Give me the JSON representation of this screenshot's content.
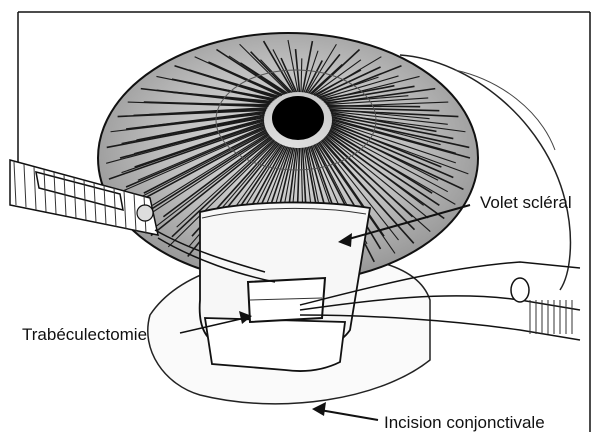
{
  "labels": {
    "scleral_flap": "Volet scléral",
    "trabeculectomy": "Trabéculectomie",
    "conjunctival_incision": "Incision conjonctivale"
  },
  "colors": {
    "ink": "#111111",
    "iris_fill": "#8a8a8a",
    "sclera_fill": "#f4f4f4",
    "pupil": "#000000"
  }
}
